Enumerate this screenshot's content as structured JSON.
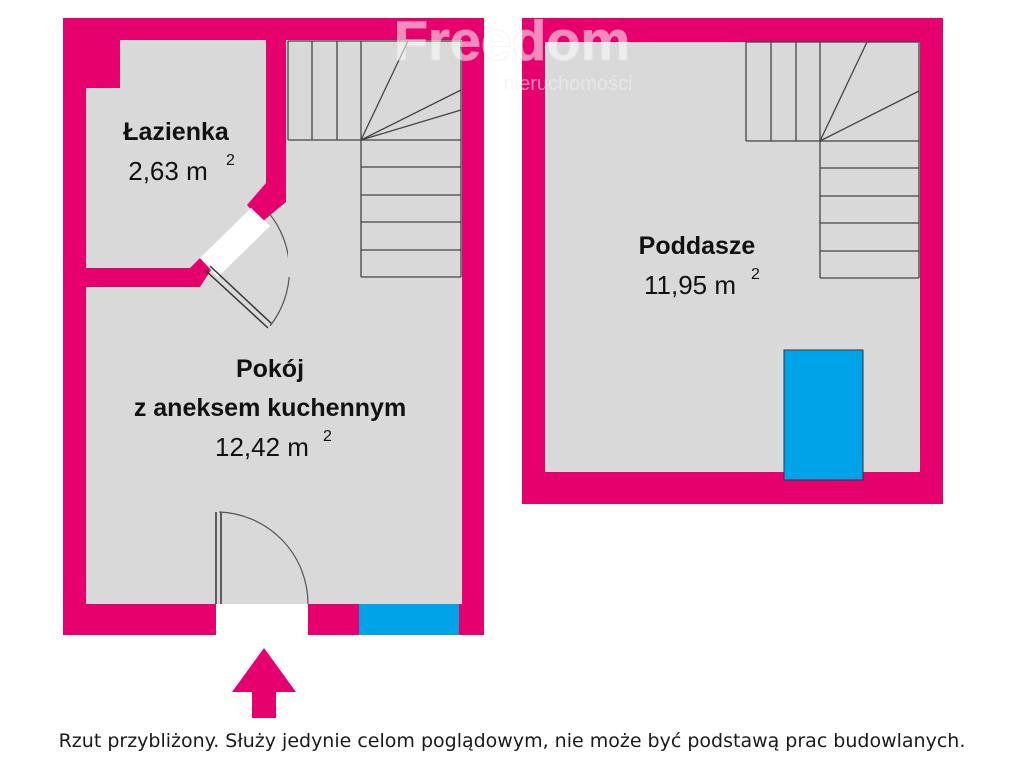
{
  "colors": {
    "wall": "#e6006e",
    "floor": "#d9d9d9",
    "window": "#00a3e8",
    "stairs_line": "#444444",
    "watermark": "#e8e8e8"
  },
  "watermark": {
    "brand": "Freedom",
    "sub": "nieruchomości"
  },
  "rooms": {
    "bathroom": {
      "name": "Łazienka",
      "area": "2,63 m",
      "sup": "2"
    },
    "living": {
      "name_line1": "Pokój",
      "name_line2": "z aneksem kuchennym",
      "area": "12,42 m",
      "sup": "2"
    },
    "attic": {
      "name": "Poddasze",
      "area": "11,95 m",
      "sup": "2"
    }
  },
  "icons": {
    "entrance": "entrance-arrow-icon"
  },
  "footer": {
    "disclaimer": "Rzut przybliżony. Służy jedynie celom poglądowym, nie może być podstawą prac budowlanych."
  }
}
